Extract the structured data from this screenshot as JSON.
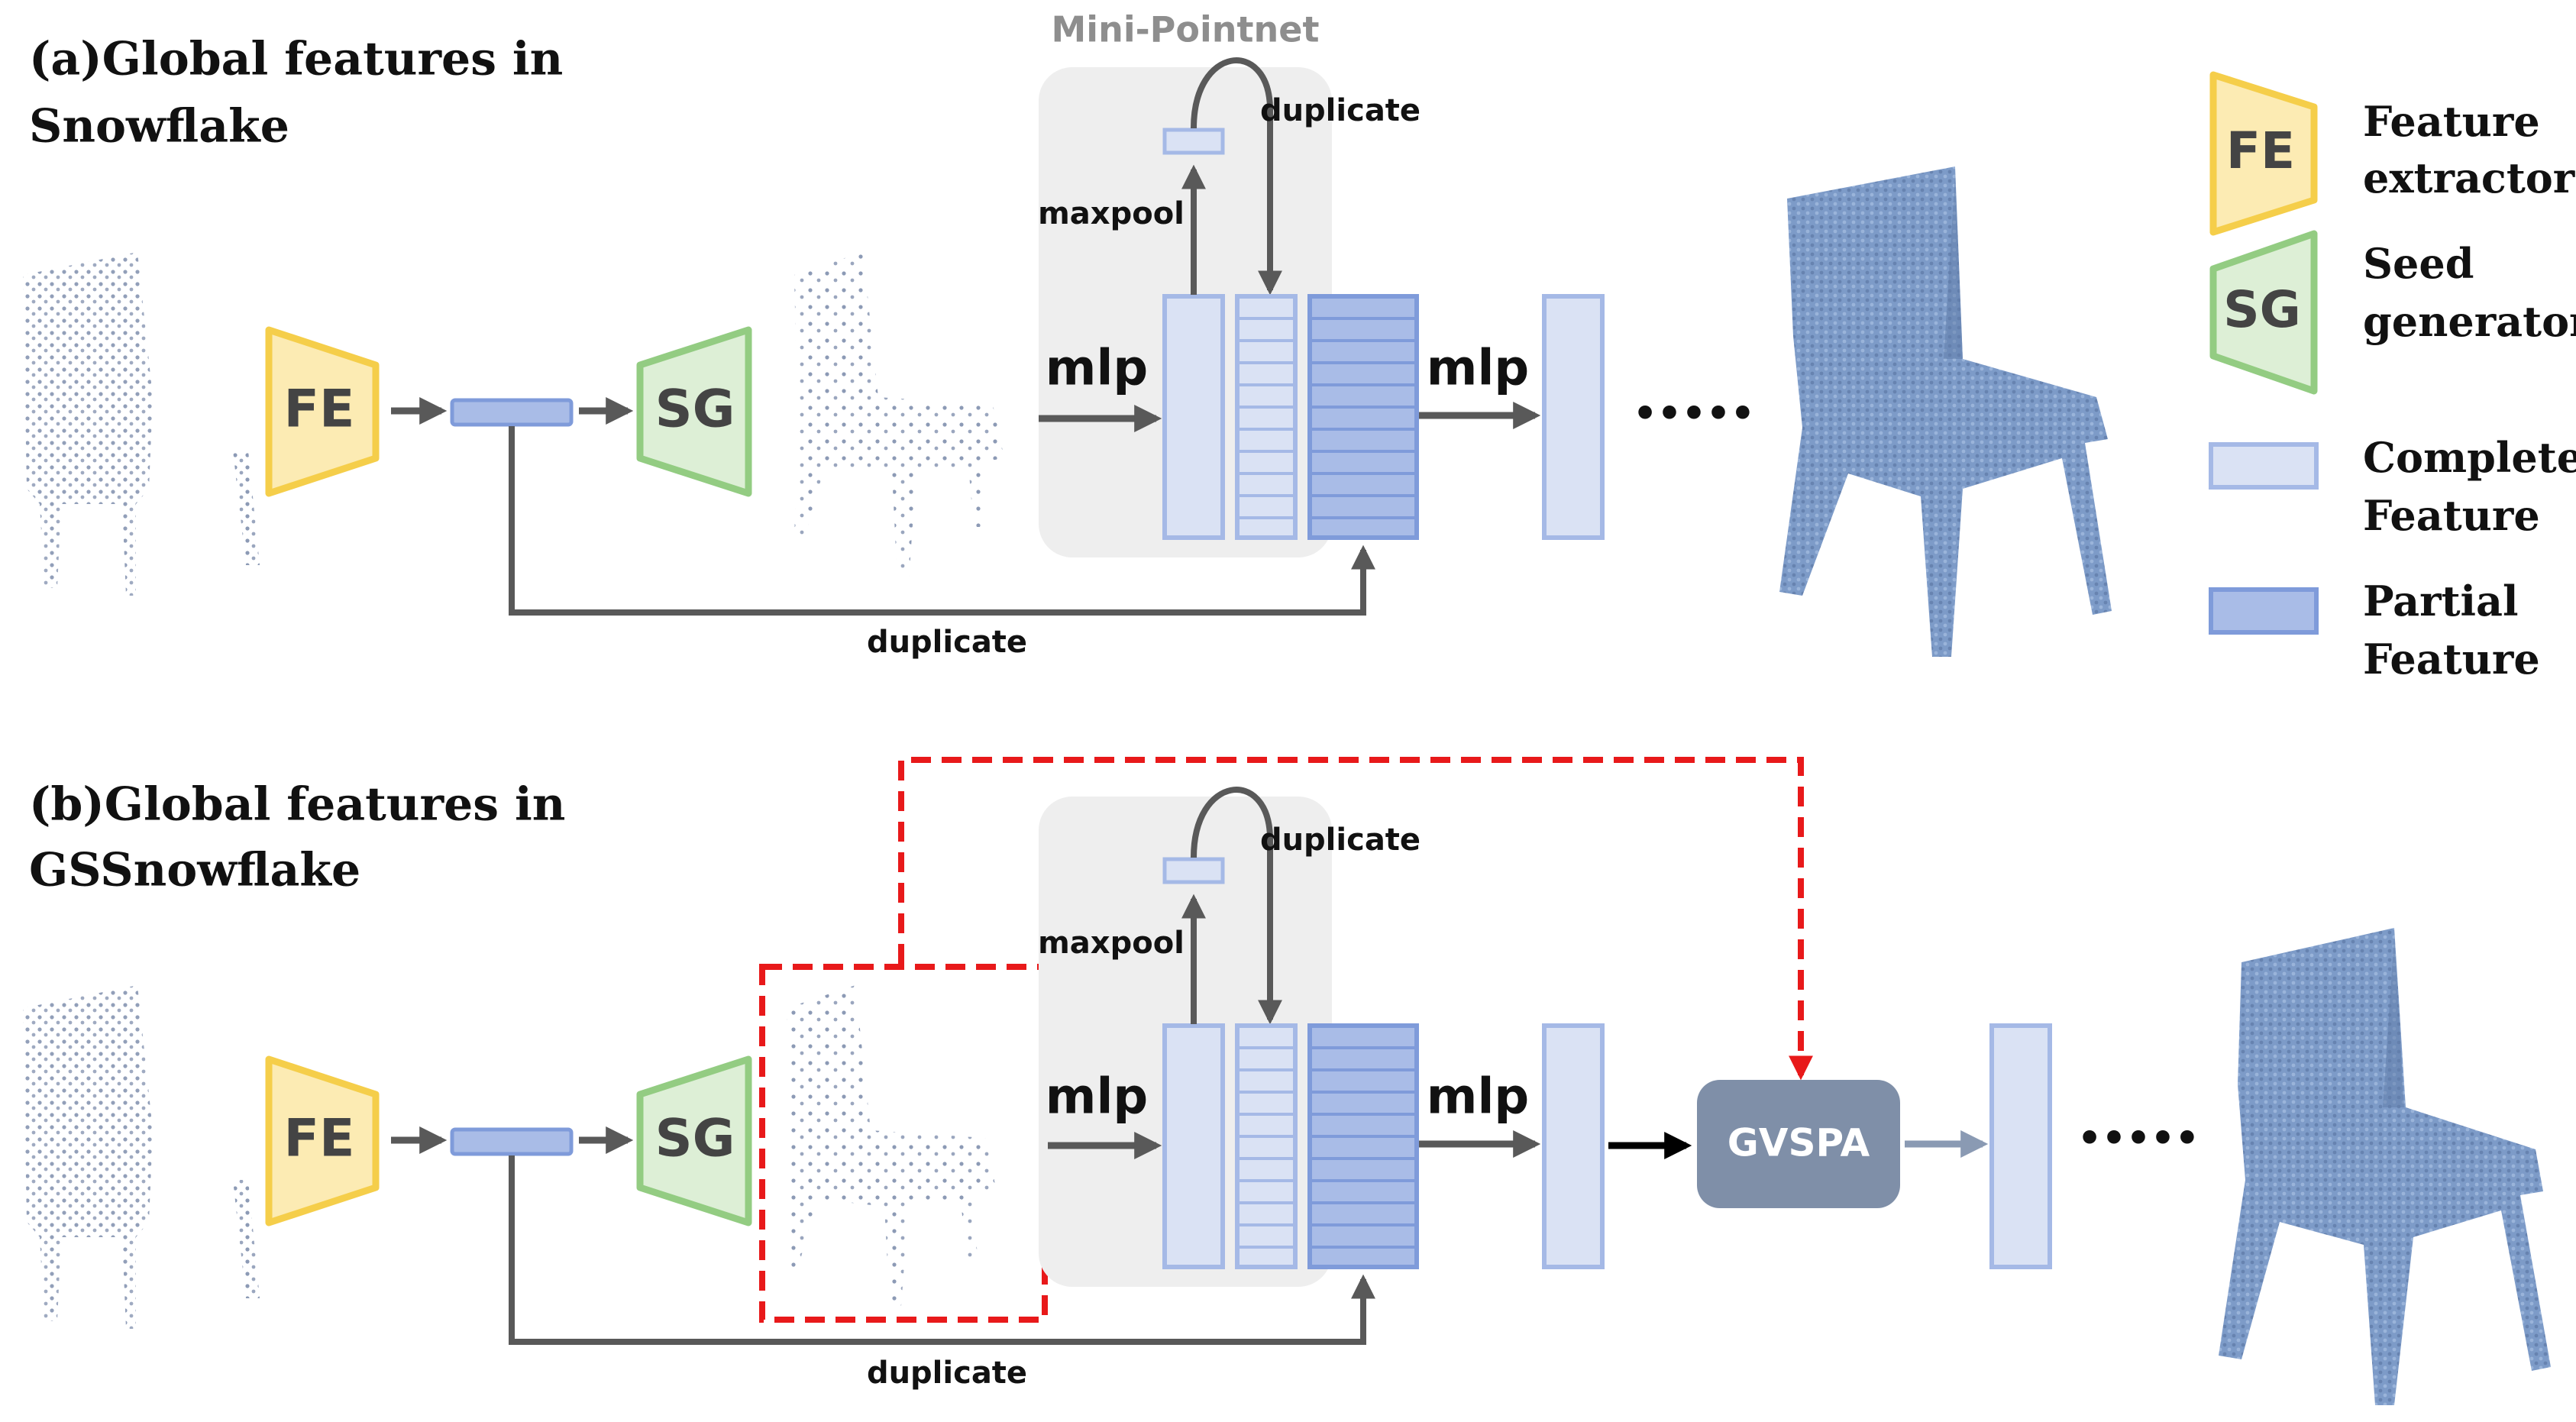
{
  "panel_a": {
    "title_line1": "(a)Global features in",
    "title_line2": "Snowflake",
    "fe_label": "FE",
    "sg_label": "SG",
    "mini_pointnet_label": "Mini-Pointnet",
    "maxpool_label": "maxpool",
    "duplicate_top_label": "duplicate",
    "mlp_left_label": "mlp",
    "mlp_right_label": "mlp",
    "duplicate_bottom_label": "duplicate",
    "ellipsis": "•••••"
  },
  "panel_b": {
    "title_line1": "(b)Global features in",
    "title_line2": "GSSnowflake",
    "fe_label": "FE",
    "sg_label": "SG",
    "maxpool_label": "maxpool",
    "duplicate_top_label": "duplicate",
    "mlp_left_label": "mlp",
    "mlp_right_label": "mlp",
    "gvspa_label": "GVSPA",
    "duplicate_bottom_label": "duplicate",
    "ellipsis": "•••••"
  },
  "legend": {
    "fe_label": "FE",
    "fe_text_line1": "Feature",
    "fe_text_line2": "extractor",
    "sg_label": "SG",
    "sg_text_line1": "Seed",
    "sg_text_line2": "generator",
    "complete_line1": "Complete",
    "complete_line2": "Feature",
    "partial_line1": "Partial",
    "partial_line2": "Feature"
  },
  "colors": {
    "fe_fill": "#FCEBB3",
    "fe_stroke": "#F5CE4A",
    "sg_fill": "#DDEFD6",
    "sg_stroke": "#93CC82",
    "complete_fill": "#DAE2F4",
    "complete_stroke": "#A5B9E6",
    "partial_fill": "#A9BCE7",
    "partial_stroke": "#7F9BDA",
    "pointnet_bg": "#EEEEEE",
    "arrow": "#595959",
    "dashed_red": "#E8191A",
    "gvspa_fill": "#7F8FA8",
    "points": "#8C9AB5",
    "chair_fill": "#7D9BC8"
  }
}
